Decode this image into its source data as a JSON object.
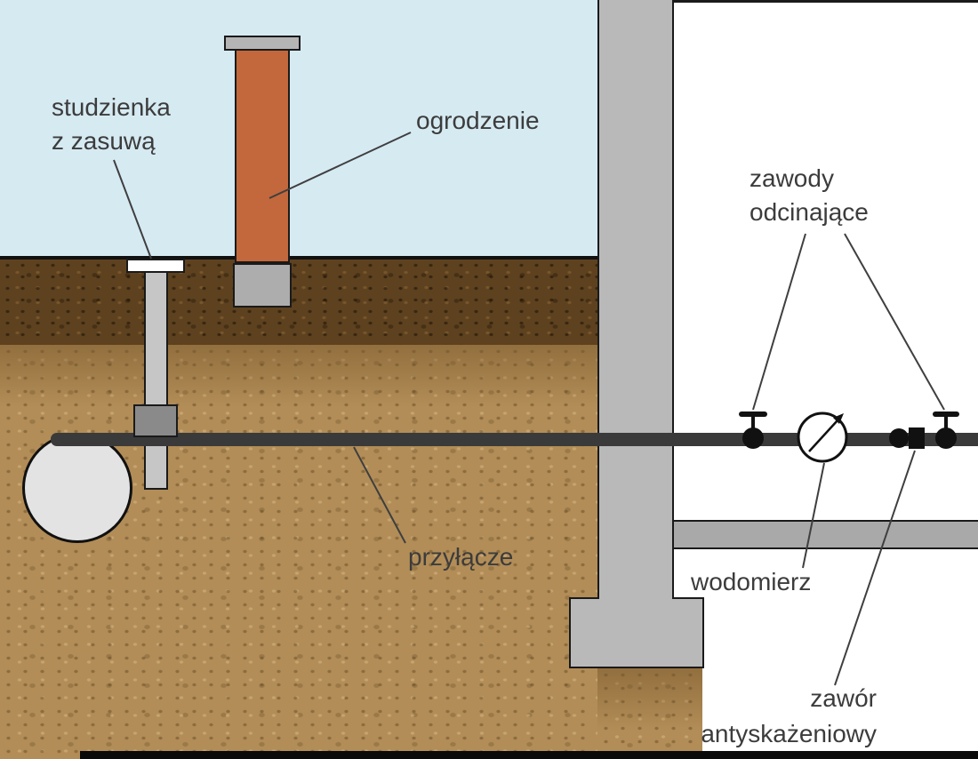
{
  "labels": {
    "chamber_line1": "studzienka",
    "chamber_line2": "z zasuwą",
    "fence": "ogrodzenie",
    "shutoff_line1": "zawody",
    "shutoff_line2": "odcinające",
    "service": "przyłącze",
    "meter": "wodomierz",
    "backflow_line1": "zawór",
    "backflow_line2": "antyskażeniowy"
  },
  "colors": {
    "sky": "#d6eaf2",
    "soil_dark": "#5e421f",
    "soil_light": "#b28d57",
    "concrete": "#b9b9b9",
    "fence_post": "#c2683c",
    "pipe": "#3a3a3a",
    "floor": "#a9a9a9",
    "label_text": "#3c3c3c"
  }
}
